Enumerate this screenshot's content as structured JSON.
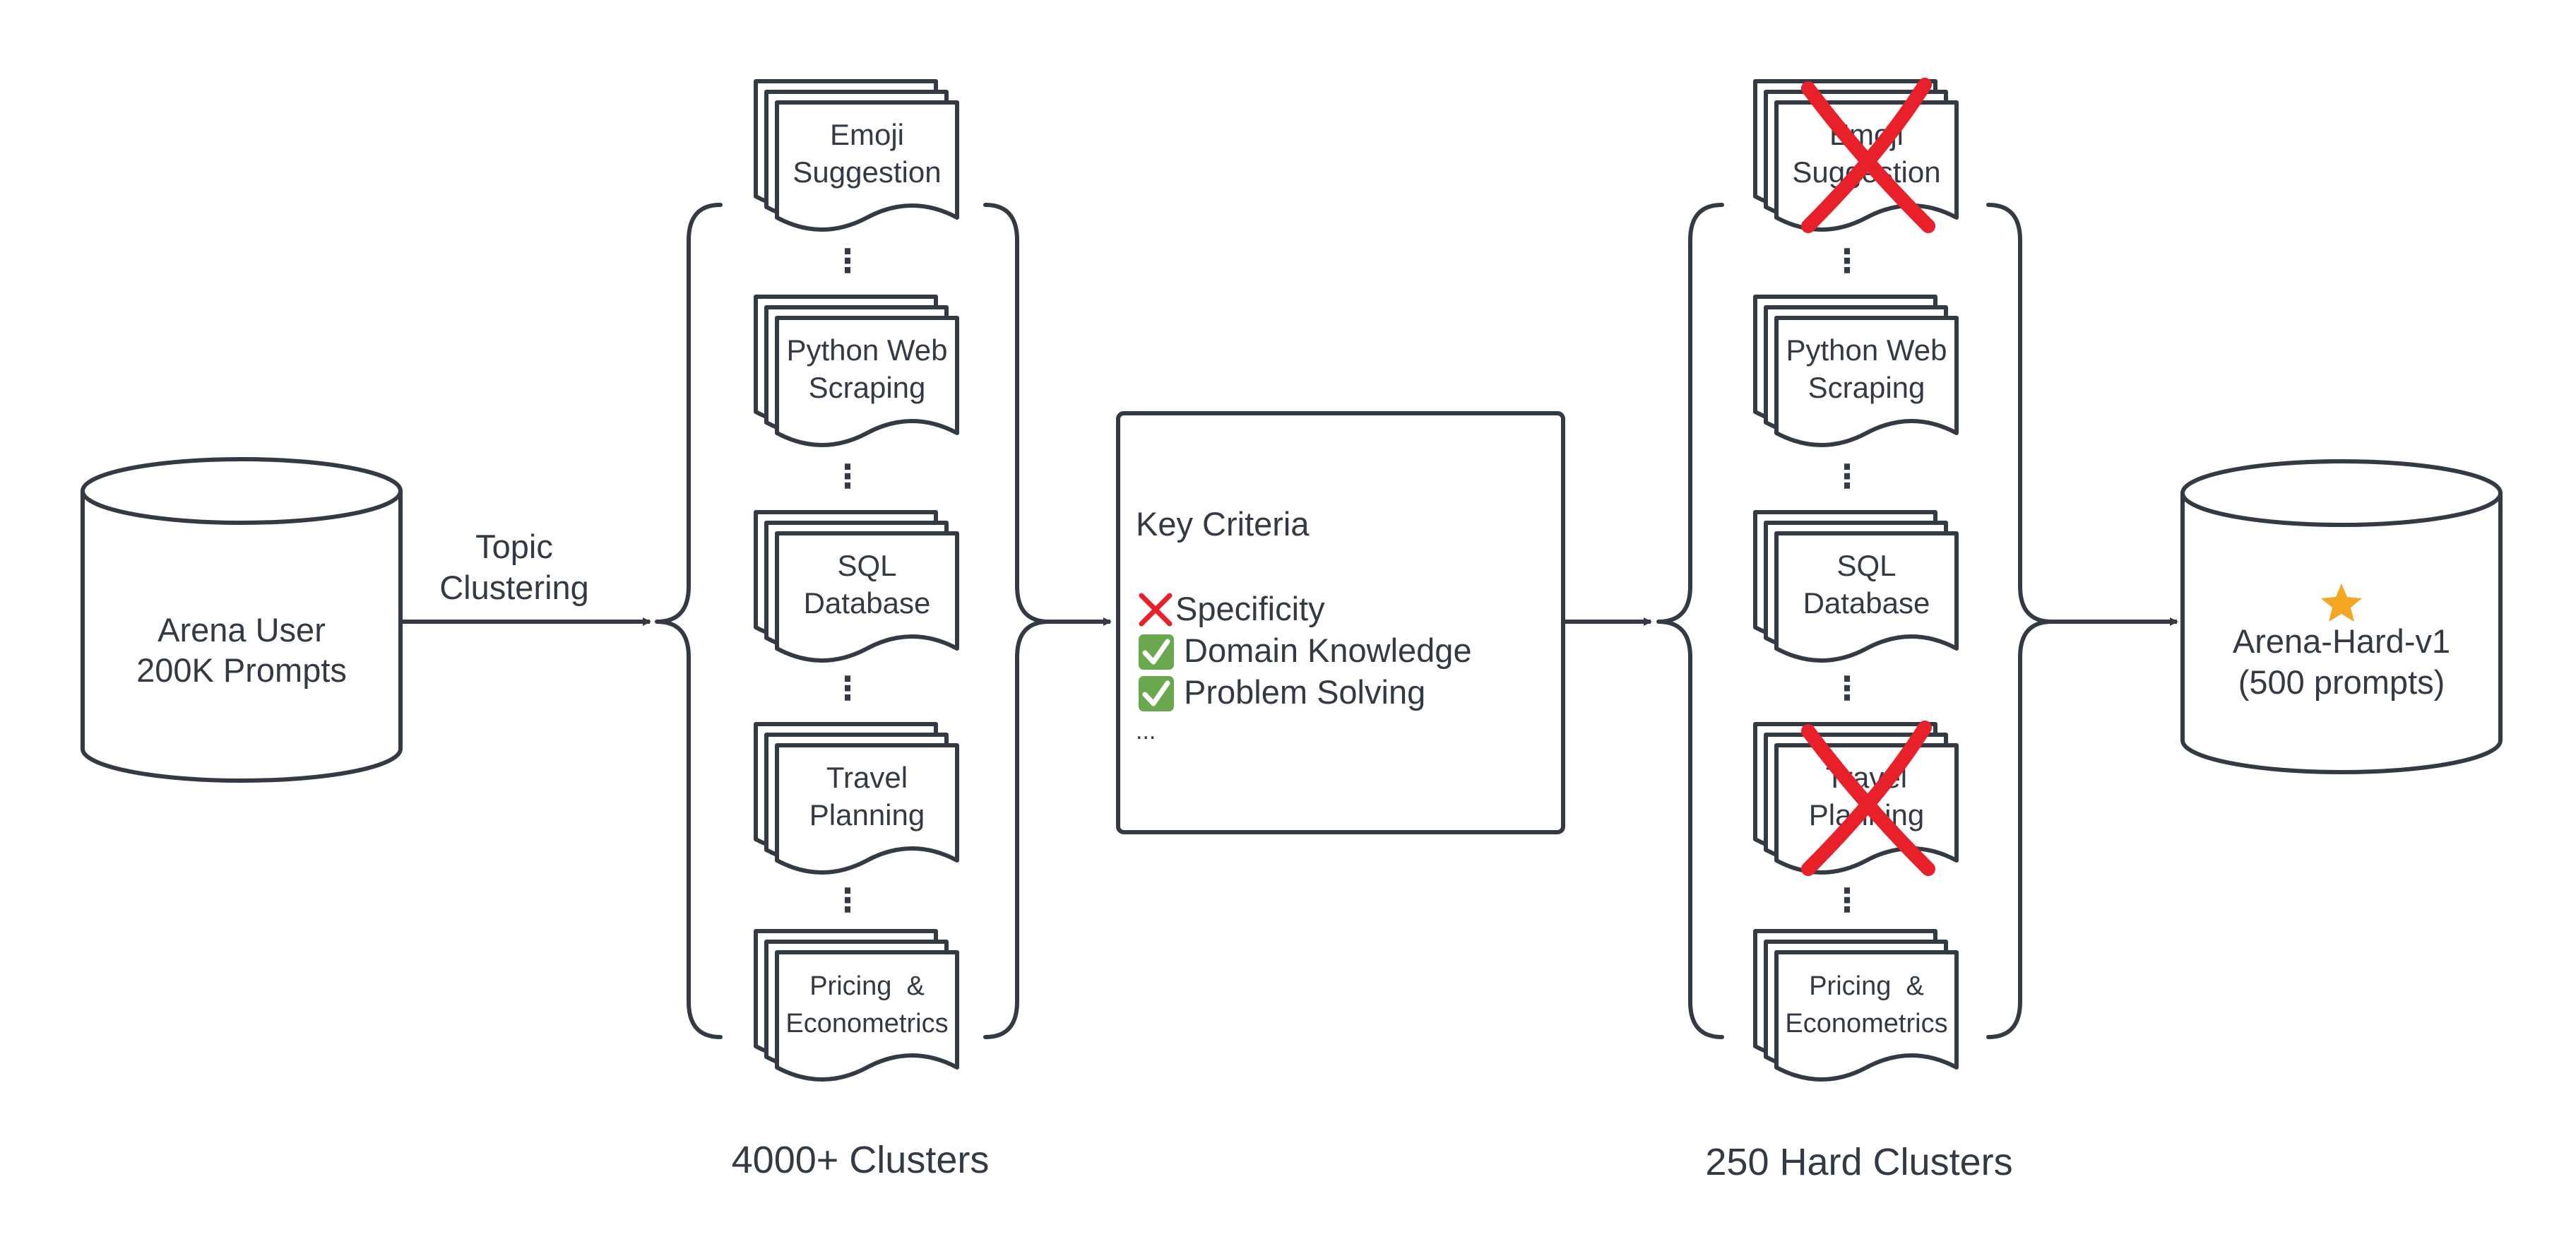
{
  "source_db": {
    "line1": "Arena User",
    "line2": "200K Prompts"
  },
  "clustering_step": {
    "line1": "Topic",
    "line2": "Clustering"
  },
  "clusters_all": {
    "caption": "4000+ Clusters",
    "cards": [
      {
        "line1": "Emoji",
        "line2": "Suggestion",
        "rejected": false
      },
      {
        "line1": "Python Web",
        "line2": "Scraping",
        "rejected": false
      },
      {
        "line1": "SQL",
        "line2": "Database",
        "rejected": false
      },
      {
        "line1": "Travel",
        "line2": "Planning",
        "rejected": false
      },
      {
        "line1": "Pricing  &",
        "line2": "Econometrics",
        "rejected": false
      }
    ],
    "separator": "⋮"
  },
  "criteria_box": {
    "title": "Key Criteria",
    "items": [
      {
        "status": "fail",
        "text": "Specificity"
      },
      {
        "status": "pass",
        "text": "Domain Knowledge"
      },
      {
        "status": "pass",
        "text": "Problem Solving"
      }
    ],
    "more": "..."
  },
  "clusters_hard": {
    "caption": "250 Hard Clusters",
    "cards": [
      {
        "line1": "Emoji",
        "line2": "Suggestion",
        "rejected": true
      },
      {
        "line1": "Python Web",
        "line2": "Scraping",
        "rejected": false
      },
      {
        "line1": "SQL",
        "line2": "Database",
        "rejected": false
      },
      {
        "line1": "Travel",
        "line2": "Planning",
        "rejected": true
      },
      {
        "line1": "Pricing  &",
        "line2": "Econometrics",
        "rejected": false
      }
    ],
    "separator": "⋮"
  },
  "result_db": {
    "line1": "Arena-Hard-v1",
    "line2": "(500 prompts)",
    "icon": "star-icon"
  },
  "colors": {
    "ink": "#333a44",
    "reject": "#e8202a",
    "pass": "#6aa84f",
    "star": "#f5a623"
  }
}
